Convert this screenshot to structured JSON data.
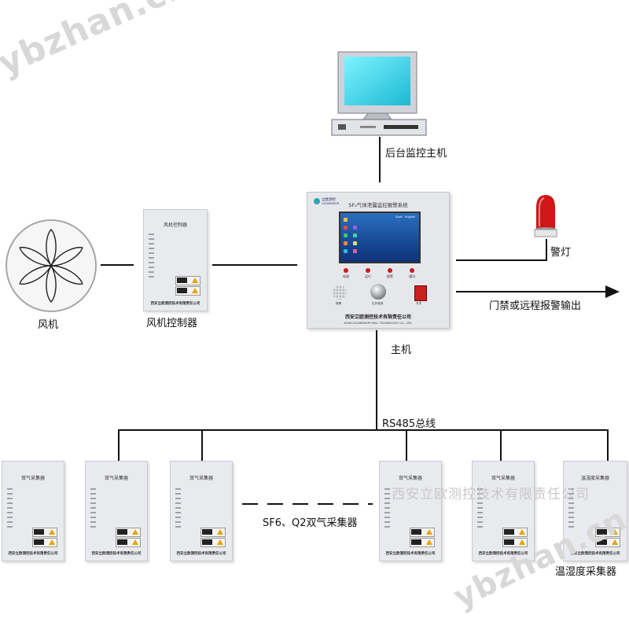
{
  "watermarks": {
    "top": "ybzhan.cn",
    "bottom": "ybzhan.cn",
    "company": "西安立欧测控技术有限责任公司"
  },
  "labels": {
    "computer": "后台监控主机",
    "fan": "风机",
    "fan_controller": "风机控制器",
    "main_unit": "主机",
    "alarm_light": "警灯",
    "output": "门禁或远程报警输出",
    "bus": "RS485总线",
    "collectors": "SF6、Q2双气采集器",
    "temp_collector": "温湿度采集器"
  },
  "fan_controller": {
    "title": "风机控制器",
    "company": "西安立欧测控技术有限责任公司"
  },
  "main_unit": {
    "title": "SF₆气体泄露监控报警系统",
    "logo_text": "立欧测控",
    "logo_sub": "LIOUSENSOR",
    "screen_status": "Start",
    "screen_lang": "English",
    "buttons": [
      "电源",
      "运行",
      "报警",
      "通讯"
    ],
    "speaker_label": "报警",
    "knob_label": "红外感测",
    "red_label": "开关",
    "company": "西安立欧测控技术有限责任公司",
    "company_en": "XI'AN LIOUSENSOR M&C TECHNOLOGY CO., LTD."
  },
  "collectors": [
    {
      "title": "双气采集器",
      "company": "西安立欧测控技术有限责任公司"
    },
    {
      "title": "双气采集器",
      "company": "西安立欧测控技术有限责任公司"
    },
    {
      "title": "双气采集器",
      "company": "西安立欧测控技术有限责任公司"
    },
    {
      "title": "双气采集器",
      "company": "西安立欧测控技术有限责任公司"
    },
    {
      "title": "双气采集器",
      "company": "西安立欧测控技术有限责任公司"
    },
    {
      "title": "温湿度采集器",
      "company": "西安立欧测控技术有限责任公司"
    }
  ],
  "colors": {
    "line": "#111111",
    "box": "#e9eaee",
    "screen": "#1a4f9c",
    "alarm_red": "#cc1f1f",
    "watermark": "#d8d8d8"
  }
}
